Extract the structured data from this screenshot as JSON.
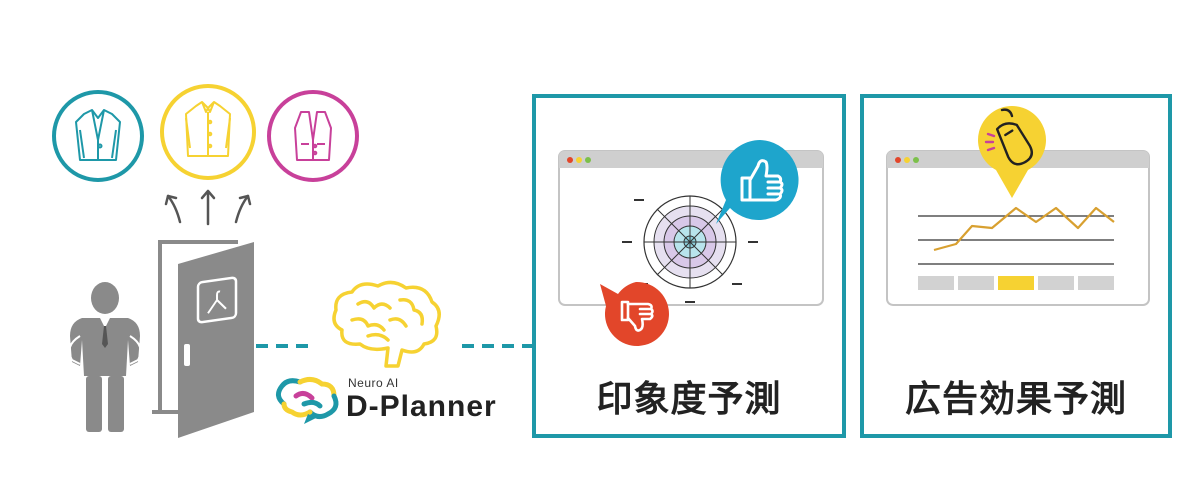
{
  "brand": {
    "tagline": "Neuro AI",
    "name": "D-Planner"
  },
  "panels": [
    {
      "label": "印象度予測"
    },
    {
      "label": "広告効果予測"
    }
  ],
  "colors": {
    "teal": "#1e98a8",
    "yellow": "#f6d232",
    "magenta": "#c8409a",
    "gray": "#8a8a8a",
    "red": "#e2462a",
    "blue": "#1ea5cc",
    "lineOrange": "#d8a030"
  },
  "icons": {
    "clothing": [
      "jacket-icon",
      "shirt-icon",
      "vest-icon"
    ],
    "person": "businessman-icon",
    "door": "fitting-room-door-icon",
    "brain": "brain-icon",
    "impression": [
      "thumbs-up-icon",
      "thumbs-down-icon",
      "radar-chart-icon"
    ],
    "ad": [
      "mouse-icon",
      "line-chart-icon"
    ]
  }
}
